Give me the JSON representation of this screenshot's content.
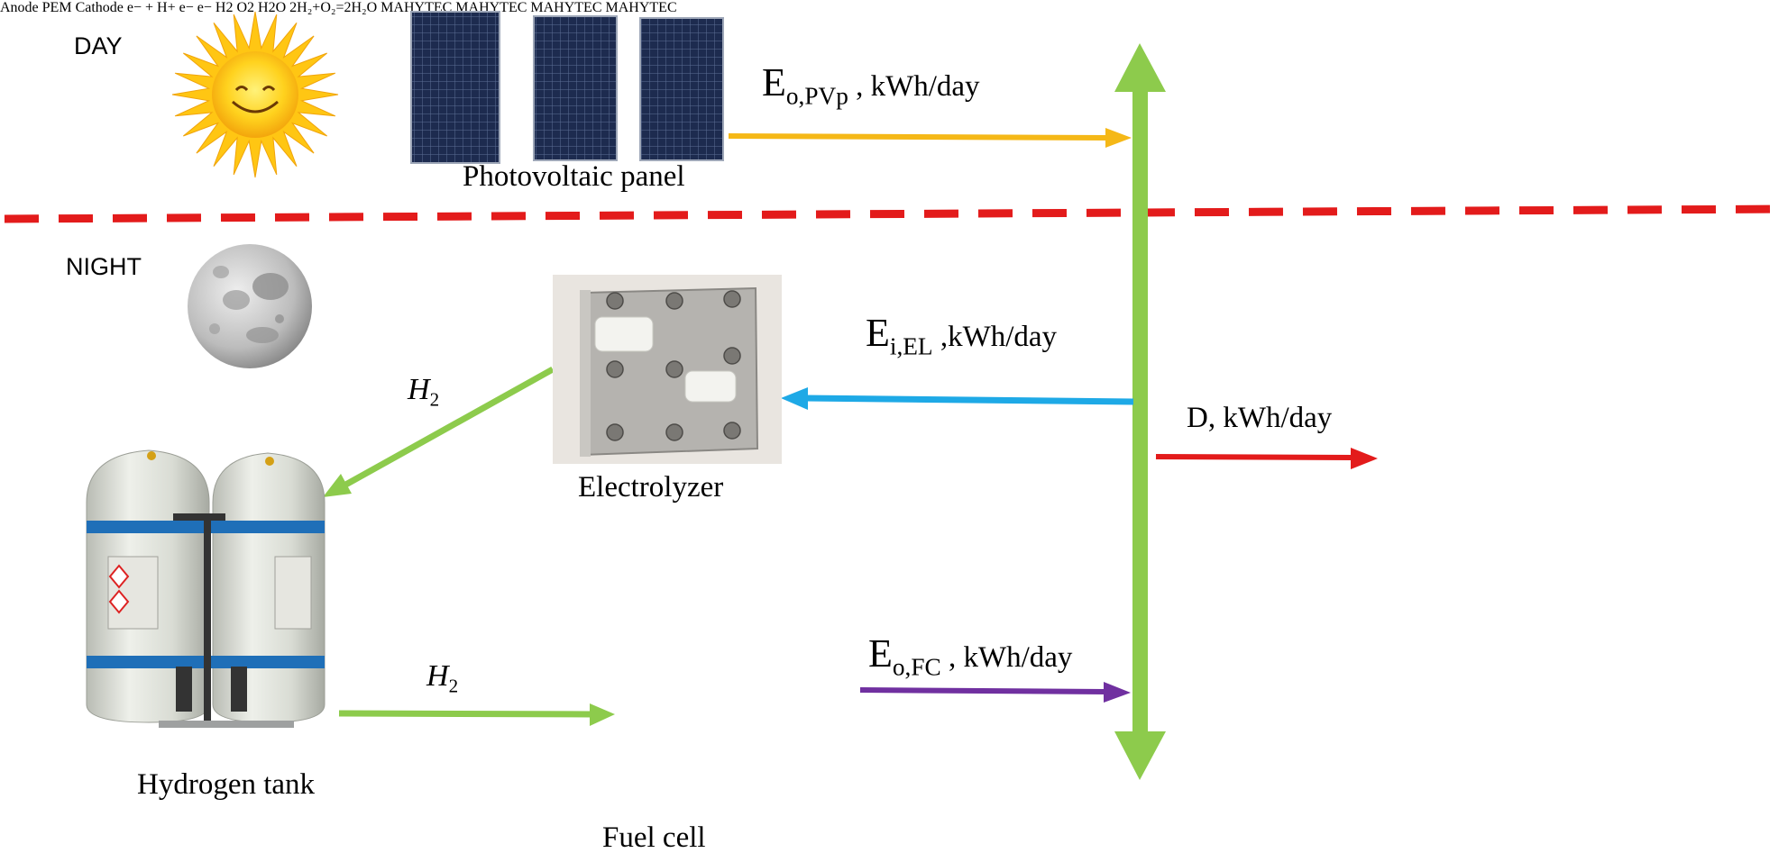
{
  "regions": {
    "day_label": "DAY",
    "night_label": "NIGHT"
  },
  "components": {
    "pv": "Photovoltaic panel",
    "electrolyzer": "Electrolyzer",
    "tank": "Hydrogen tank",
    "fuel_cell": "Fuel cell"
  },
  "flows": {
    "pv_out": {
      "base": "E",
      "sub": "o,PVp",
      "unit": " , kWh/day"
    },
    "el_in": {
      "base": "E",
      "sub": "i,EL",
      "unit": " ,kWh/day"
    },
    "fc_out": {
      "base": "E",
      "sub": "o,FC",
      "unit": " , kWh/day"
    },
    "demand": "D, kWh/day",
    "h2_a": {
      "base": "H",
      "sub": "2"
    },
    "h2_b": {
      "base": "H",
      "sub": "2"
    }
  },
  "fuel_cell_labels": {
    "anode": "Anode",
    "pem": "PEM",
    "cathode": "Cathode",
    "electron": "e",
    "electron_sup": "−",
    "reaction_left": "e",
    "reaction_mid": " + H",
    "reaction_sup": "+",
    "h2_in_base": "H",
    "h2_in_sub": "2",
    "o2_base": "O",
    "o2_sub": "2",
    "h2o_base": "H",
    "h2o_sub": "2",
    "h2o_tail": "O",
    "equation": "2H₂+O₂=2H₂O"
  },
  "tank_band_text": "MAHYTEC",
  "colors": {
    "bus_green": "#8dcb4c",
    "pv_arrow": "#f5b817",
    "el_arrow": "#1ea9e6",
    "fc_arrow": "#7030a0",
    "demand_arrow": "#e31b1b",
    "h2_arrow": "#8dcb4c",
    "divider": "#e31b1b"
  },
  "icons": [
    "sun-icon",
    "moon-icon",
    "solar-panel-icon",
    "electrolyzer-icon",
    "hydrogen-tank-icon",
    "fuel-cell-icon",
    "house-icon",
    "light-bulb-icon"
  ]
}
